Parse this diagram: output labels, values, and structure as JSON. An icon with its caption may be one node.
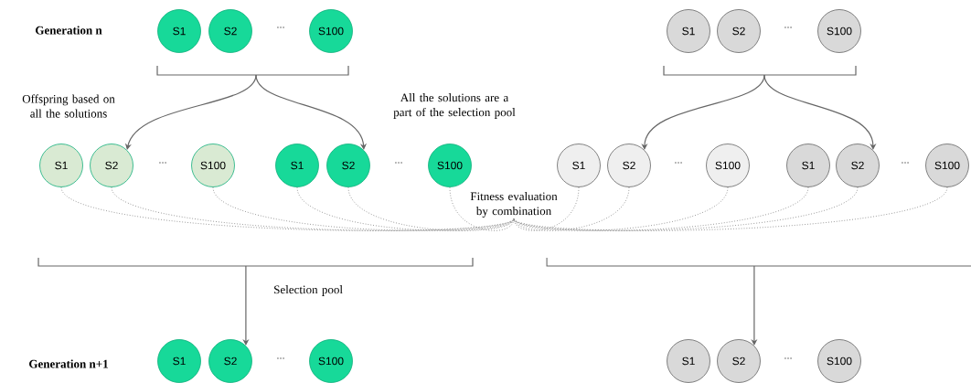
{
  "diagram": {
    "nodes": [
      {
        "text": [
          "S1"
        ]
      },
      {
        "text": [
          "S2"
        ]
      },
      {
        "text": [
          "S100"
        ]
      },
      {
        "text": [
          "S1"
        ]
      },
      {
        "text": [
          "S2"
        ]
      },
      {
        "text": [
          "S100"
        ]
      },
      {
        "text": [
          "S1"
        ]
      },
      {
        "text": [
          "S2"
        ]
      },
      {
        "text": [
          "S100"
        ]
      },
      {
        "text": [
          "S1"
        ]
      },
      {
        "text": [
          "S2"
        ]
      },
      {
        "text": [
          "S100"
        ]
      },
      {
        "text": [
          "S1"
        ]
      },
      {
        "text": [
          "S2"
        ]
      },
      {
        "text": [
          "S100"
        ]
      },
      {
        "text": [
          "S1"
        ]
      },
      {
        "text": [
          "S2"
        ]
      },
      {
        "text": [
          "S100"
        ]
      },
      {
        "text": [
          "Fitness evaluation by combination"
        ]
      },
      {
        "text": [
          "S1"
        ]
      },
      {
        "text": [
          "S2"
        ]
      },
      {
        "text": [
          "S100"
        ]
      },
      {
        "text": [
          "S1"
        ]
      },
      {
        "text": [
          "S2"
        ]
      },
      {
        "text": [
          "S100"
        ]
      }
    ],
    "edges": [
      {
        "from": null,
        "to": 7,
        "arrow": "to",
        "label": "Offspring based on all the solutions"
      },
      {
        "from": null,
        "to": 10,
        "arrow": "to",
        "label": "All the solutions are a part of the selection pool"
      },
      {
        "from": null,
        "to": 13,
        "arrow": "to"
      },
      {
        "from": null,
        "to": 16,
        "arrow": "to"
      },
      {
        "from": 6,
        "to": 18,
        "arrow": "none",
        "style": "dashed"
      },
      {
        "from": 7,
        "to": 18,
        "arrow": "none",
        "style": "dashed"
      },
      {
        "from": 8,
        "to": 18,
        "arrow": "none",
        "style": "dashed"
      },
      {
        "from": 9,
        "to": 18,
        "arrow": "none",
        "style": "dashed"
      },
      {
        "from": 10,
        "to": 18,
        "arrow": "none",
        "style": "dashed"
      },
      {
        "from": 11,
        "to": 18,
        "arrow": "none",
        "style": "dashed"
      },
      {
        "from": 12,
        "to": 18,
        "arrow": "none",
        "style": "dashed"
      },
      {
        "from": 13,
        "to": 18,
        "arrow": "none",
        "style": "dashed"
      },
      {
        "from": 14,
        "to": 18,
        "arrow": "none",
        "style": "dashed"
      },
      {
        "from": 15,
        "to": 18,
        "arrow": "none",
        "style": "dashed"
      },
      {
        "from": 16,
        "to": 18,
        "arrow": "none",
        "style": "dashed"
      },
      {
        "from": 17,
        "to": 18,
        "arrow": "none",
        "style": "dashed"
      },
      {
        "from": null,
        "to": 20,
        "arrow": "to",
        "label": "Selection pool"
      },
      {
        "from": null,
        "to": 23,
        "arrow": "to"
      }
    ],
    "labels": [
      "Generation n",
      "...",
      "...",
      "...",
      "...",
      "...",
      "...",
      "Generation n+1",
      "...",
      "..."
    ]
  }
}
